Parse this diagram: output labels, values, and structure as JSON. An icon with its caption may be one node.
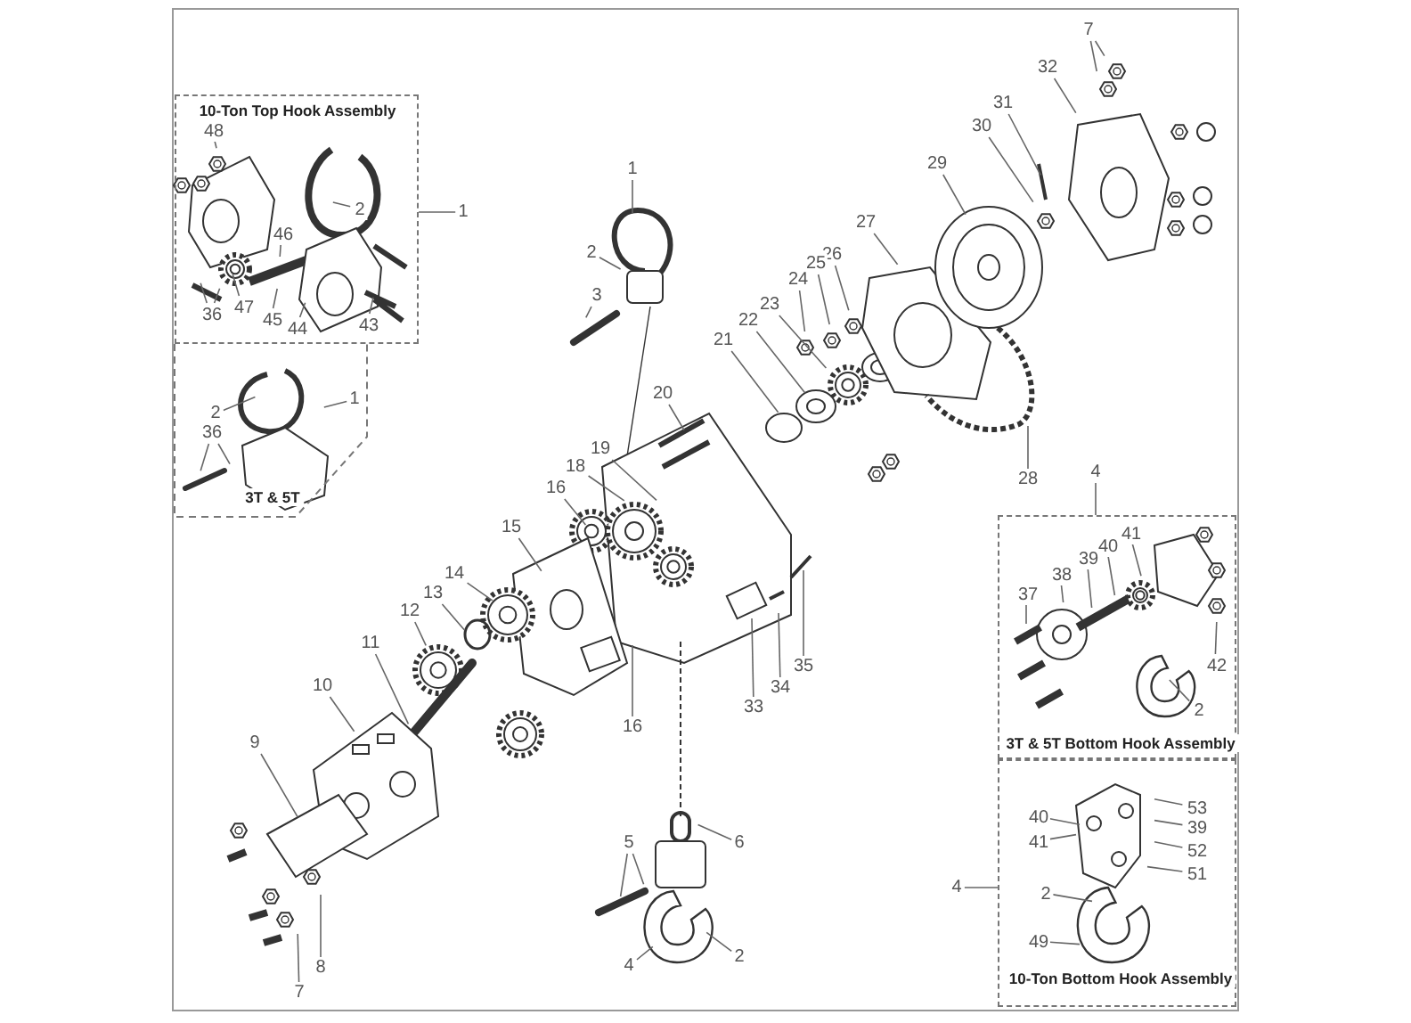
{
  "diagram": {
    "nodes": [
      {
        "text": [
          "10-Ton Top Hook Assembly"
        ]
      },
      {
        "text": [
          "48"
        ],
        "in": 0
      },
      {
        "text": [
          "2"
        ],
        "in": 0
      },
      {
        "text": [
          "46"
        ],
        "in": 0
      },
      {
        "text": [
          "36"
        ],
        "in": 0
      },
      {
        "text": [
          "47"
        ],
        "in": 0
      },
      {
        "text": [
          "45"
        ],
        "in": 0
      },
      {
        "text": [
          "44"
        ],
        "in": 0
      },
      {
        "text": [
          "43"
        ],
        "in": 0
      },
      {
        "text": [
          "1"
        ]
      },
      {
        "text": [
          "3T & 5T"
        ]
      },
      {
        "text": [
          "2"
        ],
        "in": 10
      },
      {
        "text": [
          "1"
        ],
        "in": 10
      },
      {
        "text": [
          "36"
        ],
        "in": 10
      },
      {
        "text": [
          "1"
        ]
      },
      {
        "text": [
          "2"
        ]
      },
      {
        "text": [
          "3"
        ]
      },
      {
        "text": [
          "7"
        ]
      },
      {
        "text": [
          "32"
        ]
      },
      {
        "text": [
          "31"
        ]
      },
      {
        "text": [
          "30"
        ]
      },
      {
        "text": [
          "29"
        ]
      },
      {
        "text": [
          "27"
        ]
      },
      {
        "text": [
          "26"
        ]
      },
      {
        "text": [
          "25"
        ]
      },
      {
        "text": [
          "24"
        ]
      },
      {
        "text": [
          "23"
        ]
      },
      {
        "text": [
          "22"
        ]
      },
      {
        "text": [
          "21"
        ]
      },
      {
        "text": [
          "20"
        ]
      },
      {
        "text": [
          "19"
        ]
      },
      {
        "text": [
          "18"
        ]
      },
      {
        "text": [
          "16"
        ]
      },
      {
        "text": [
          "15"
        ]
      },
      {
        "text": [
          "14"
        ]
      },
      {
        "text": [
          "13"
        ]
      },
      {
        "text": [
          "12"
        ]
      },
      {
        "text": [
          "11"
        ]
      },
      {
        "text": [
          "10"
        ]
      },
      {
        "text": [
          "9"
        ]
      },
      {
        "text": [
          "28"
        ]
      },
      {
        "text": [
          "4"
        ]
      },
      {
        "text": [
          "3T & 5T Bottom Hook Assembly"
        ]
      },
      {
        "text": [
          "41"
        ],
        "in": 42
      },
      {
        "text": [
          "40"
        ],
        "in": 42
      },
      {
        "text": [
          "39"
        ],
        "in": 42
      },
      {
        "text": [
          "38"
        ],
        "in": 42
      },
      {
        "text": [
          "37"
        ],
        "in": 42
      },
      {
        "text": [
          "42"
        ],
        "in": 42
      },
      {
        "text": [
          "2"
        ],
        "in": 42
      },
      {
        "text": [
          "16"
        ]
      },
      {
        "text": [
          "35"
        ]
      },
      {
        "text": [
          "34"
        ]
      },
      {
        "text": [
          "33"
        ]
      },
      {
        "text": [
          "6"
        ]
      },
      {
        "text": [
          "5"
        ]
      },
      {
        "text": [
          "4"
        ]
      },
      {
        "text": [
          "10-Ton Bottom Hook Assembly"
        ]
      },
      {
        "text": [
          "40"
        ],
        "in": 57
      },
      {
        "text": [
          "53"
        ],
        "in": 57
      },
      {
        "text": [
          "41"
        ],
        "in": 57
      },
      {
        "text": [
          "39"
        ],
        "in": 57
      },
      {
        "text": [
          "52"
        ],
        "in": 57
      },
      {
        "text": [
          "51"
        ],
        "in": 57
      },
      {
        "text": [
          "2"
        ],
        "in": 57
      },
      {
        "text": [
          "49"
        ],
        "in": 57
      },
      {
        "text": [
          "2"
        ]
      },
      {
        "text": [
          "4"
        ]
      },
      {
        "text": [
          "8"
        ]
      },
      {
        "text": [
          "7"
        ]
      }
    ],
    "edges": [
      {
        "from": 1,
        "to": null,
        "arrow": "none"
      },
      {
        "from": 2,
        "to": null,
        "arrow": "none"
      },
      {
        "from": 3,
        "to": null,
        "arrow": "none"
      },
      {
        "from": 4,
        "to": null,
        "arrow": "none"
      },
      {
        "from": 4,
        "to": null,
        "arrow": "none"
      },
      {
        "from": 5,
        "to": null,
        "arrow": "none"
      },
      {
        "from": 6,
        "to": null,
        "arrow": "none"
      },
      {
        "from": 7,
        "to": null,
        "arrow": "none"
      },
      {
        "from": 8,
        "to": null,
        "arrow": "none"
      },
      {
        "from": 9,
        "to": 0,
        "arrow": "none"
      },
      {
        "from": 11,
        "to": null,
        "arrow": "none"
      },
      {
        "from": 12,
        "to": null,
        "arrow": "none"
      },
      {
        "from": 13,
        "to": null,
        "arrow": "none"
      },
      {
        "from": 13,
        "to": null,
        "arrow": "none"
      },
      {
        "from": 14,
        "to": null,
        "arrow": "none"
      },
      {
        "from": 15,
        "to": null,
        "arrow": "none"
      },
      {
        "from": 16,
        "to": null,
        "arrow": "none"
      },
      {
        "from": 17,
        "to": null,
        "arrow": "none"
      },
      {
        "from": 17,
        "to": null,
        "arrow": "none"
      },
      {
        "from": 18,
        "to": null,
        "arrow": "none"
      },
      {
        "from": 19,
        "to": null,
        "arrow": "none"
      },
      {
        "from": 20,
        "to": null,
        "arrow": "none"
      },
      {
        "from": 21,
        "to": null,
        "arrow": "none"
      },
      {
        "from": 22,
        "to": null,
        "arrow": "none"
      },
      {
        "from": 23,
        "to": null,
        "arrow": "none"
      },
      {
        "from": 24,
        "to": null,
        "arrow": "none"
      },
      {
        "from": 25,
        "to": null,
        "arrow": "none"
      },
      {
        "from": 26,
        "to": null,
        "arrow": "none"
      },
      {
        "from": 27,
        "to": null,
        "arrow": "none"
      },
      {
        "from": 28,
        "to": null,
        "arrow": "none"
      },
      {
        "from": 29,
        "to": null,
        "arrow": "none"
      },
      {
        "from": 30,
        "to": null,
        "arrow": "none"
      },
      {
        "from": 31,
        "to": null,
        "arrow": "none"
      },
      {
        "from": 32,
        "to": null,
        "arrow": "none"
      },
      {
        "from": 33,
        "to": null,
        "arrow": "none"
      },
      {
        "from": 34,
        "to": null,
        "arrow": "none"
      },
      {
        "from": 35,
        "to": null,
        "arrow": "none"
      },
      {
        "from": 36,
        "to": null,
        "arrow": "none"
      },
      {
        "from": 37,
        "to": null,
        "arrow": "none"
      },
      {
        "from": 38,
        "to": null,
        "arrow": "none"
      },
      {
        "from": 39,
        "to": null,
        "arrow": "none"
      },
      {
        "from": 40,
        "to": null,
        "arrow": "none"
      },
      {
        "from": 41,
        "to": 42,
        "arrow": "none"
      },
      {
        "from": 43,
        "to": null,
        "arrow": "none"
      },
      {
        "from": 44,
        "to": null,
        "arrow": "none"
      },
      {
        "from": 45,
        "to": null,
        "arrow": "none"
      },
      {
        "from": 46,
        "to": null,
        "arrow": "none"
      },
      {
        "from": 47,
        "to": null,
        "arrow": "none"
      },
      {
        "from": 48,
        "to": null,
        "arrow": "none"
      },
      {
        "from": 49,
        "to": null,
        "arrow": "none"
      },
      {
        "from": 50,
        "to": null,
        "arrow": "none"
      },
      {
        "from": 51,
        "to": null,
        "arrow": "none"
      },
      {
        "from": 52,
        "to": null,
        "arrow": "none"
      },
      {
        "from": 53,
        "to": null,
        "arrow": "none"
      },
      {
        "from": 54,
        "to": null,
        "arrow": "none"
      },
      {
        "from": 55,
        "to": null,
        "arrow": "none"
      },
      {
        "from": 55,
        "to": null,
        "arrow": "none"
      },
      {
        "from": 56,
        "to": 57,
        "arrow": "none"
      },
      {
        "from": 58,
        "to": null,
        "arrow": "none"
      },
      {
        "from": 59,
        "to": null,
        "arrow": "none"
      },
      {
        "from": 60,
        "to": null,
        "arrow": "none"
      },
      {
        "from": 61,
        "to": null,
        "arrow": "none"
      },
      {
        "from": 62,
        "to": null,
        "arrow": "none"
      },
      {
        "from": 63,
        "to": null,
        "arrow": "none"
      },
      {
        "from": 64,
        "to": null,
        "arrow": "none"
      },
      {
        "from": 65,
        "to": null,
        "arrow": "none"
      },
      {
        "from": 66,
        "to": null,
        "arrow": "none"
      },
      {
        "from": 67,
        "to": null,
        "arrow": "none"
      },
      {
        "from": 68,
        "to": null,
        "arrow": "none"
      },
      {
        "from": 69,
        "to": null,
        "arrow": "none"
      }
    ]
  }
}
